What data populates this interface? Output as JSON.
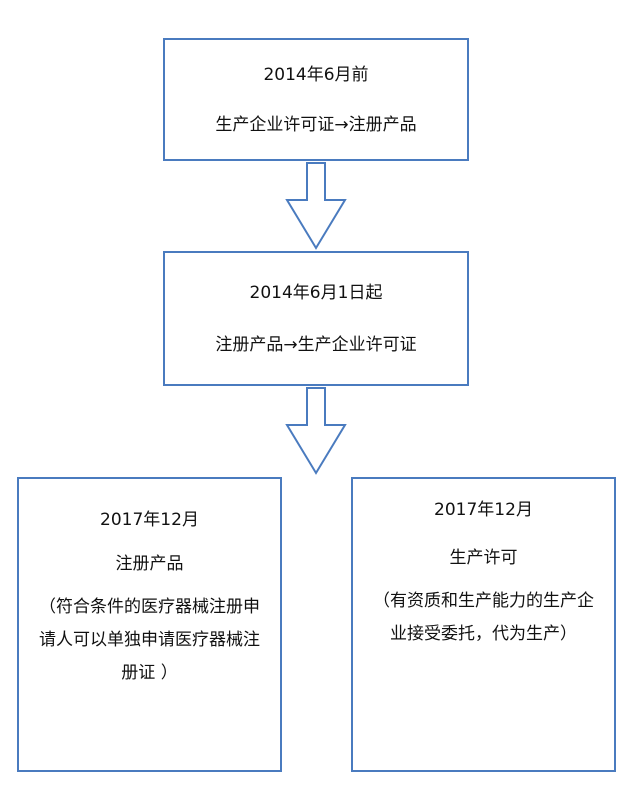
{
  "colors": {
    "border": "#4a7bbf",
    "arrow_stroke": "#4a7bbf",
    "arrow_fill": "#ffffff"
  },
  "box1": {
    "date": "2014年6月前",
    "flow": "生产企业许可证→注册产品"
  },
  "box2": {
    "date": "2014年6月1日起",
    "flow": "注册产品→生产企业许可证"
  },
  "box3": {
    "date": "2017年12月",
    "title": "注册产品",
    "note": "（符合条件的医疗器械注册申请人可以单独申请医疗器械注册证 ）"
  },
  "box4": {
    "date": "2017年12月",
    "title": "生产许可",
    "note": "（有资质和生产能力的生产企业接受委托，代为生产）"
  },
  "arrows": [
    {
      "icon": "down-arrow-icon"
    },
    {
      "icon": "down-arrow-icon"
    }
  ]
}
